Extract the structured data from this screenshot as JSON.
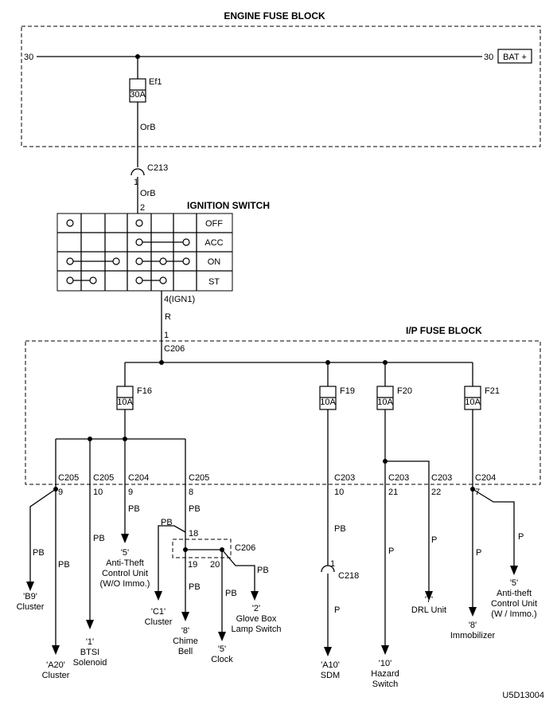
{
  "engine_fuse_block": {
    "title": "ENGINE FUSE BLOCK",
    "term_left": "30",
    "term_right": "30",
    "bat_label": "BAT +"
  },
  "ef1": {
    "name": "Ef1",
    "rating": "30A",
    "wire_color": "OrB"
  },
  "c213": {
    "name": "C213",
    "pin_top": "1",
    "wire_color": "OrB",
    "pin_bottom": "2"
  },
  "ignition_switch": {
    "title": "IGNITION SWITCH",
    "positions": [
      "OFF",
      "ACC",
      "ON",
      "ST"
    ],
    "out_pin": "4(IGN1)",
    "wire_color": "R"
  },
  "ip_fuse_block": {
    "title": "I/P FUSE BLOCK",
    "in_pin": "1",
    "in_connector": "C206"
  },
  "fuses": {
    "f16": {
      "name": "F16",
      "rating": "10A"
    },
    "f19": {
      "name": "F19",
      "rating": "10A"
    },
    "f20": {
      "name": "F20",
      "rating": "10A"
    },
    "f21": {
      "name": "F21",
      "rating": "10A"
    }
  },
  "connectors": [
    {
      "id": "c205-9",
      "name": "C205",
      "pin": "9"
    },
    {
      "id": "c205-10",
      "name": "C205",
      "pin": "10"
    },
    {
      "id": "c204-9",
      "name": "C204",
      "pin": "9"
    },
    {
      "id": "c205-8",
      "name": "C205",
      "pin": "8"
    },
    {
      "id": "c203-10",
      "name": "C203",
      "pin": "10"
    },
    {
      "id": "c203-21",
      "name": "C203",
      "pin": "21"
    },
    {
      "id": "c203-22",
      "name": "C203",
      "pin": "22"
    },
    {
      "id": "c204-7",
      "name": "C204",
      "pin": "7"
    }
  ],
  "c206_lower": {
    "name": "C206",
    "pin_in": "18",
    "pin_a": "19",
    "pin_b": "20"
  },
  "c218": {
    "name": "C218",
    "pin": "1"
  },
  "wire_colors": {
    "pb": "PB",
    "p": "P"
  },
  "loads": {
    "b9": {
      "line1": "'B9'",
      "line2": "Cluster"
    },
    "a20": {
      "line1": "'A20'",
      "line2": "Cluster"
    },
    "btsi": {
      "line1": "'1'",
      "line2": "BTSI",
      "line3": "Solenoid"
    },
    "antitheft_wo": {
      "line1": "'5'",
      "line2": "Anti-Theft",
      "line3": "Control Unit",
      "line4": "(W/O Immo.)"
    },
    "c1": {
      "line1": "'C1'",
      "line2": "Cluster"
    },
    "chime": {
      "line1": "'8'",
      "line2": "Chime",
      "line3": "Bell"
    },
    "clock": {
      "line1": "'5'",
      "line2": "Clock"
    },
    "glovebox": {
      "line1": "'2'",
      "line2": "Glove Box",
      "line3": "Lamp Switch"
    },
    "sdm": {
      "line1": "'A10'",
      "line2": "SDM"
    },
    "hazard": {
      "line1": "'10'",
      "line2": "Hazard",
      "line3": "Switch"
    },
    "drl": {
      "line1": "'7'",
      "line2": "DRL Unit"
    },
    "immobilizer": {
      "line1": "'8'",
      "line2": "Immobilizer"
    },
    "antitheft_w": {
      "line1": "'5'",
      "line2": "Anti-theft",
      "line3": "Control Unit",
      "line4": "(W / Immo.)"
    }
  },
  "figure_id": "U5D13004"
}
